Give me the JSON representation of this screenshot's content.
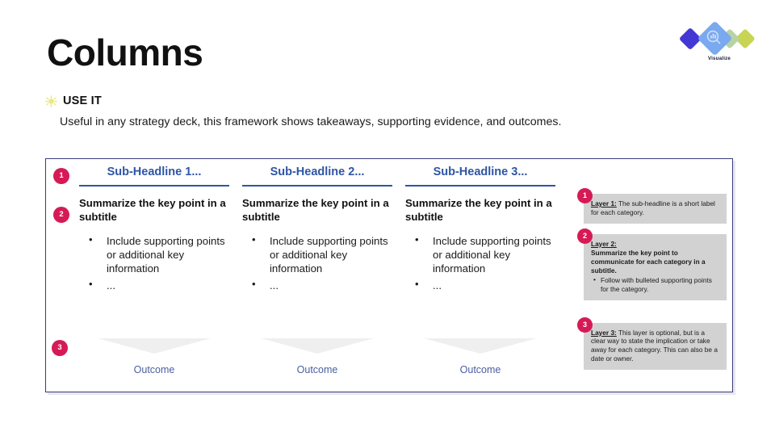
{
  "slide": {
    "title": "Columns",
    "use_it_label": "USE IT",
    "use_it_icon": "star-icon",
    "use_it_description": "Useful in any strategy deck, this framework shows takeaways, supporting evidence, and outcomes."
  },
  "logo": {
    "text": "Visualize",
    "icon": "magnifier-diamond-logo-icon",
    "colors": {
      "diamond_1": "#4338d4",
      "diamond_2": "#7aa9f0",
      "diamond_3": "#b8d3a3",
      "diamond_4": "#c8d455"
    }
  },
  "theme": {
    "accent_badge": "#d61a56",
    "headline_blue": "#2e55a5",
    "outcome_blue": "#4a5f9e",
    "panel_border": "#3b3b7a",
    "legend_bg": "#d2d2d2",
    "chevron_gray": "#efefef",
    "star_yellow": "#ece87a"
  },
  "panel": {
    "rail_badges": [
      "1",
      "2",
      "3"
    ],
    "columns": [
      {
        "headline": "Sub-Headline 1...",
        "subtitle": "Summarize the key point in a subtitle",
        "bullets": [
          "Include supporting points or additional key information",
          "..."
        ],
        "outcome": "Outcome"
      },
      {
        "headline": "Sub-Headline 2...",
        "subtitle": "Summarize the key point in a subtitle",
        "bullets": [
          "Include supporting points or additional key information",
          "..."
        ],
        "outcome": "Outcome"
      },
      {
        "headline": "Sub-Headline 3...",
        "subtitle": "Summarize the key point in a subtitle",
        "bullets": [
          "Include supporting points or additional key information",
          "..."
        ],
        "outcome": "Outcome"
      }
    ]
  },
  "legend": {
    "items": [
      {
        "badge": "1",
        "lead": "Layer 1:",
        "body": " The sub-headline is a short label for each category.",
        "bold_block": "",
        "sub_bullets": []
      },
      {
        "badge": "2",
        "lead": "Layer 2:",
        "body": "",
        "bold_block": "Summarize the key point to communicate for each category in a subtitle.",
        "sub_bullets": [
          "Follow with bulleted supporting points for the category."
        ]
      },
      {
        "badge": "3",
        "lead": "Layer 3:",
        "body": " This layer is optional, but is a clear way to state the implication or take away for each category. This can also be a date or owner.",
        "bold_block": "",
        "sub_bullets": []
      }
    ]
  }
}
